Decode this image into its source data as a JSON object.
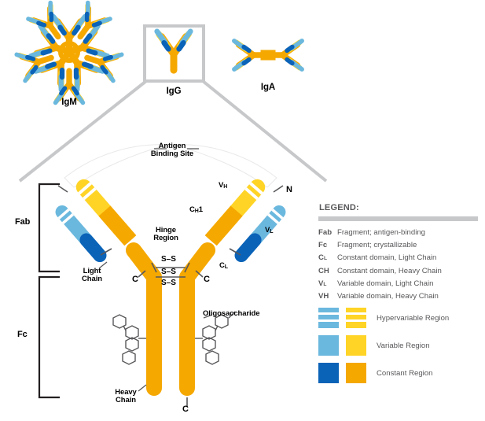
{
  "isotypes": [
    {
      "name": "IgM",
      "label": "IgM"
    },
    {
      "name": "IgG",
      "label": "IgG"
    },
    {
      "name": "IgA",
      "label": "IgA"
    }
  ],
  "diagram": {
    "antigen_binding_site": "Antigen\nBinding Site",
    "vh": "VH",
    "vl": "VL",
    "ch1": "CH1",
    "cl": "CL",
    "hinge_region": "Hinge\nRegion",
    "light_chain": "Light\nChain",
    "heavy_chain": "Heavy\nChain",
    "oligosaccharide": "Oligosaccharide",
    "n_terminus": "N",
    "c_terminus_left": "C",
    "c_terminus_right": "C",
    "c_terminus_bottom": "C",
    "fab_bracket": "Fab",
    "fc_bracket": "Fc"
  },
  "legend": {
    "title": "LEGEND:",
    "rows": [
      {
        "abbr": "Fab",
        "sub": "",
        "definition": "Fragment; antigen-binding"
      },
      {
        "abbr": "Fc",
        "sub": "",
        "definition": "Fragment; crystallizable"
      },
      {
        "abbr": "C",
        "sub": "L",
        "definition": "Constant domain, Light Chain"
      },
      {
        "abbr": "CH",
        "sub": "",
        "definition": "Constant domain, Heavy Chain"
      },
      {
        "abbr": "V",
        "sub": "L",
        "definition": "Variable domain, Light Chain"
      },
      {
        "abbr": "VH",
        "sub": "",
        "definition": "Variable domain, Heavy Chain"
      }
    ],
    "swatches": [
      {
        "label": "Hypervariable Region",
        "light_color": "#6bb8de",
        "heavy_color": "#ffd426",
        "striped": true
      },
      {
        "label": "Variable Region",
        "light_color": "#6bb8de",
        "heavy_color": "#ffd426",
        "striped": false
      },
      {
        "label": "Constant Region",
        "light_color": "#0b63b8",
        "heavy_color": "#f5a800",
        "striped": false
      }
    ]
  },
  "colors": {
    "light_blue": "#6bb8de",
    "dark_blue": "#0b63b8",
    "yellow": "#ffd426",
    "orange": "#f5a800",
    "gray_rule": "#c7c8ca",
    "legend_text": "#58585b",
    "stroke_dark": "#58585b",
    "black": "#000000"
  }
}
